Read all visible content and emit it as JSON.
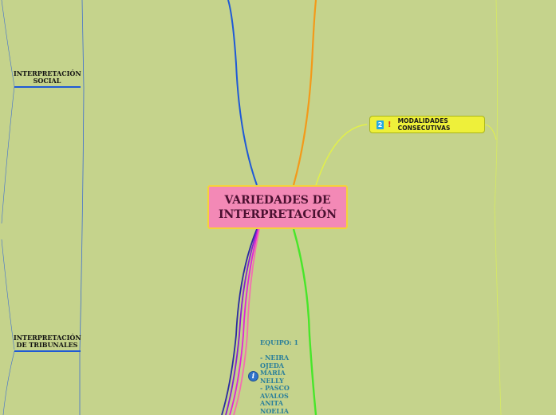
{
  "central_topic": {
    "line1": "VARIEDADES DE",
    "line2": "INTERPRETACIÓN"
  },
  "left_nodes": [
    {
      "line1": "INTERPRETACIÓN",
      "line2": "SOCIAL"
    },
    {
      "line1": "INTERPRETACIÓN",
      "line2": "DE TRIBUNALES"
    }
  ],
  "right_topic": {
    "number": "2",
    "priority": "!",
    "label": "MODALIDADES CONSECUTIVAS"
  },
  "team_note": {
    "icon": "info-icon",
    "lines": [
      "EQUIPO: 1",
      "",
      "- NEIRA",
      "OJEDA",
      "MARÍA",
      "NELLY",
      "- PASCO",
      "AVALOS",
      "ANITA",
      "NOELIA"
    ]
  },
  "colors": {
    "background": "#c5d38c",
    "central_fill": "#f389b6",
    "central_border": "#f5d23a",
    "topic_fill": "#eef03a",
    "blue_branch": "#1f5ad6",
    "orange_branch": "#f39a1a",
    "green_branch": "#48e62a",
    "yellow_branch": "#e2f04a"
  }
}
